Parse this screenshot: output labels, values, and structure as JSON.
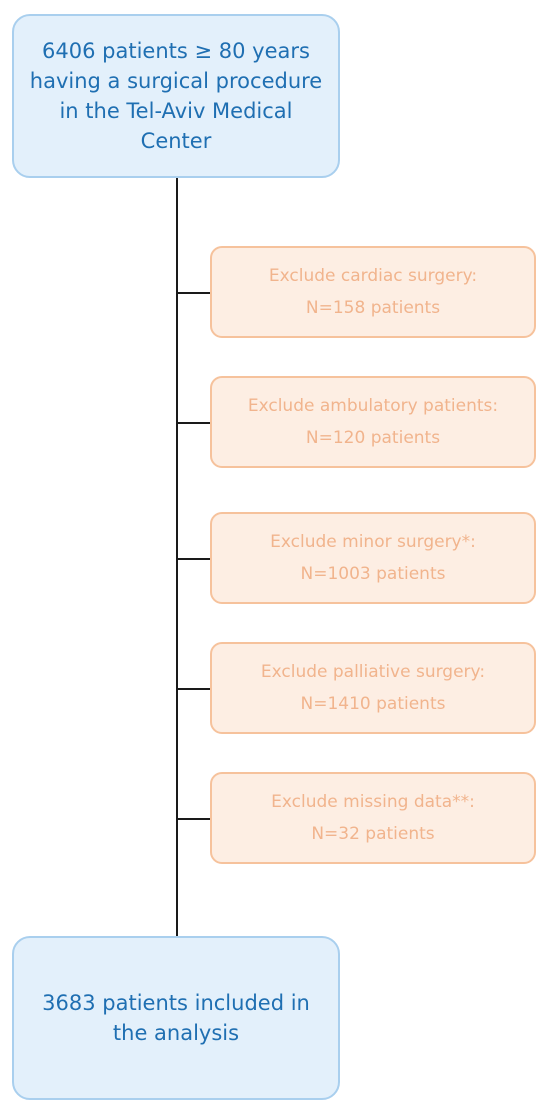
{
  "top_box": {
    "lines": [
      "6406 patients ≥ 80 years",
      "having a surgical procedure",
      "in the Tel-Aviv Medical",
      "Center"
    ]
  },
  "exclusions": [
    {
      "title": "Exclude cardiac surgery:",
      "count": "N=158 patients"
    },
    {
      "title": "Exclude ambulatory patients:",
      "count": "N=120 patients"
    },
    {
      "title": "Exclude minor surgery*:",
      "count": "N=1003 patients"
    },
    {
      "title": "Exclude palliative surgery:",
      "count": "N=1410 patients"
    },
    {
      "title": "Exclude missing data**:",
      "count": "N=32 patients"
    }
  ],
  "bottom_box": {
    "lines": [
      "3683 patients included in",
      "the analysis"
    ]
  },
  "colors": {
    "blue_fill": "#e3f0fb",
    "blue_border": "#a9cfee",
    "blue_text": "#1f6fb2",
    "orange_fill": "#fdeee3",
    "orange_border": "#f6c29c",
    "orange_text": "#f1b48d",
    "connector": "#1a1a1a"
  }
}
